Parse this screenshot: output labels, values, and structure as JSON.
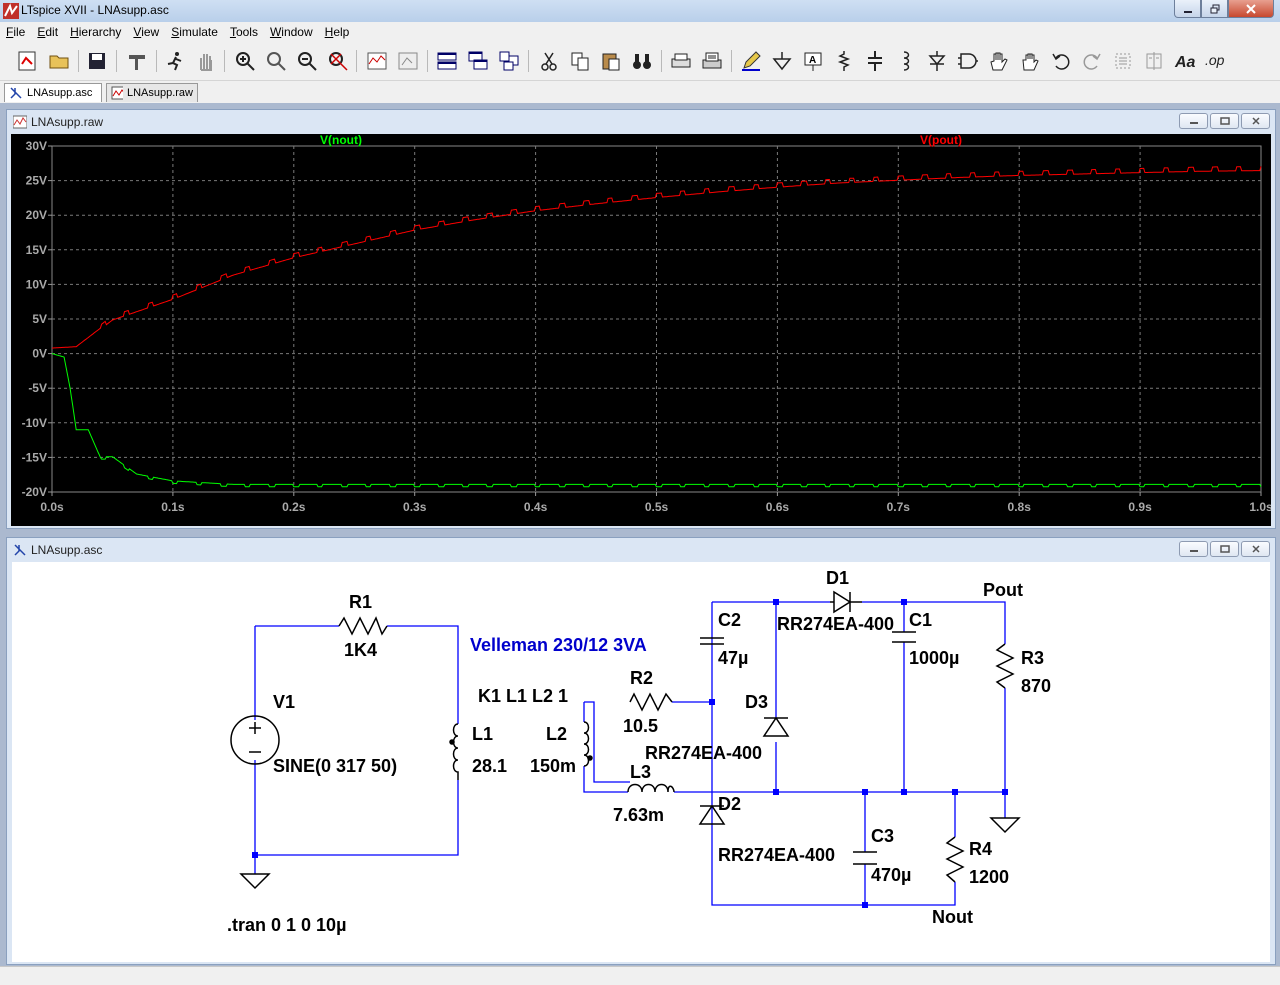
{
  "window": {
    "title": "LTspice XVII - LNAsupp.asc"
  },
  "menu": [
    {
      "label": "File",
      "ul": "F",
      "rest": "ile"
    },
    {
      "label": "Edit",
      "ul": "E",
      "rest": "dit"
    },
    {
      "label": "Hierarchy",
      "ul": "H",
      "rest": "ierarchy"
    },
    {
      "label": "View",
      "ul": "V",
      "rest": "iew"
    },
    {
      "label": "Simulate",
      "ul": "S",
      "rest": "imulate"
    },
    {
      "label": "Tools",
      "ul": "T",
      "rest": "ools"
    },
    {
      "label": "Window",
      "ul": "W",
      "rest": "indow"
    },
    {
      "label": "Help",
      "ul": "H",
      "rest": "elp"
    }
  ],
  "tabs": [
    {
      "label": "LNAsupp.asc",
      "active": true
    },
    {
      "label": "LNAsupp.raw",
      "active": false
    }
  ],
  "waveform_window": {
    "title": "LNAsupp.raw"
  },
  "schematic_window": {
    "title": "LNAsupp.asc"
  },
  "colors": {
    "nout": "#00ff00",
    "pout": "#ff0000",
    "wire": "#0000ff",
    "component": "#000000",
    "directive": "#0000cc"
  },
  "chart_data": {
    "type": "line",
    "xlabel": "",
    "ylabel": "",
    "xlim": [
      0,
      1.0
    ],
    "ylim": [
      -20,
      30
    ],
    "x_ticks": [
      "0.0s",
      "0.1s",
      "0.2s",
      "0.3s",
      "0.4s",
      "0.5s",
      "0.6s",
      "0.7s",
      "0.8s",
      "0.9s",
      "1.0s"
    ],
    "y_ticks": [
      "30V",
      "25V",
      "20V",
      "15V",
      "10V",
      "5V",
      "0V",
      "-5V",
      "-10V",
      "-15V",
      "-20V"
    ],
    "grid": true,
    "series": [
      {
        "name": "V(nout)",
        "x": [
          0,
          0.01,
          0.015,
          0.02,
          0.03,
          0.04,
          0.05,
          0.07,
          0.1,
          0.15,
          0.2,
          0.3,
          0.4,
          0.5,
          0.6,
          0.7,
          0.8,
          0.9,
          1.0
        ],
        "values": [
          0,
          -0.5,
          -5,
          -11,
          -11,
          -15,
          -15,
          -17.5,
          -18.5,
          -19,
          -19,
          -19,
          -19,
          -19,
          -19,
          -19,
          -19,
          -19,
          -19
        ]
      },
      {
        "name": "V(pout)",
        "x": [
          0,
          0.02,
          0.05,
          0.1,
          0.15,
          0.2,
          0.25,
          0.3,
          0.35,
          0.4,
          0.45,
          0.5,
          0.55,
          0.6,
          0.65,
          0.7,
          0.75,
          0.8,
          0.85,
          0.9,
          0.95,
          1.0
        ],
        "values": [
          0.8,
          1.0,
          5,
          8,
          11.5,
          14,
          16,
          18,
          19.5,
          20.8,
          21.8,
          22.7,
          23.5,
          24.2,
          24.8,
          25.2,
          25.6,
          25.9,
          26.1,
          26.3,
          26.5,
          26.6
        ]
      }
    ]
  },
  "schematic": {
    "R1": {
      "name": "R1",
      "value": "1K4"
    },
    "V1": {
      "name": "V1",
      "value": "SINE(0 317 50)"
    },
    "L1": {
      "name": "L1",
      "value": "28.1"
    },
    "L2": {
      "name": "L2",
      "value": "150m"
    },
    "L3": {
      "name": "L3",
      "value": "7.63m"
    },
    "R2": {
      "name": "R2",
      "value": "10.5"
    },
    "K1": "K1 L1 L2 1",
    "comment": "Velleman 230/12 3VA",
    "C2": {
      "name": "C2",
      "value": "47µ"
    },
    "D1": {
      "name": "D1",
      "value": "RR274EA-400"
    },
    "C1": {
      "name": "C1",
      "value": "1000µ"
    },
    "D3": {
      "name": "D3",
      "value": "RR274EA-400"
    },
    "D2": {
      "name": "D2",
      "value": "RR274EA-400"
    },
    "C3": {
      "name": "C3",
      "value": "470µ"
    },
    "R3": {
      "name": "R3",
      "value": "870"
    },
    "R4": {
      "name": "R4",
      "value": "1200"
    },
    "Pout": "Pout",
    "Nout": "Nout",
    "tran": ".tran 0 1 0 10µ"
  }
}
